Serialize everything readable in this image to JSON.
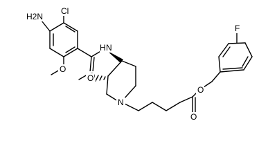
{
  "molecule": {
    "atom_labels": {
      "amine": "H2N",
      "chloro": "Cl",
      "methoxy_o_aryl": "O",
      "amide_n": "N",
      "amide_h": "H",
      "amide_o": "O",
      "methoxy_o_piperidine": "O",
      "piperidine_n": "N",
      "ester_o_single": "O",
      "ester_o_double": "O",
      "fluoro": "F"
    },
    "colors": {
      "ink": "#000000",
      "background": "#ffffff"
    }
  }
}
